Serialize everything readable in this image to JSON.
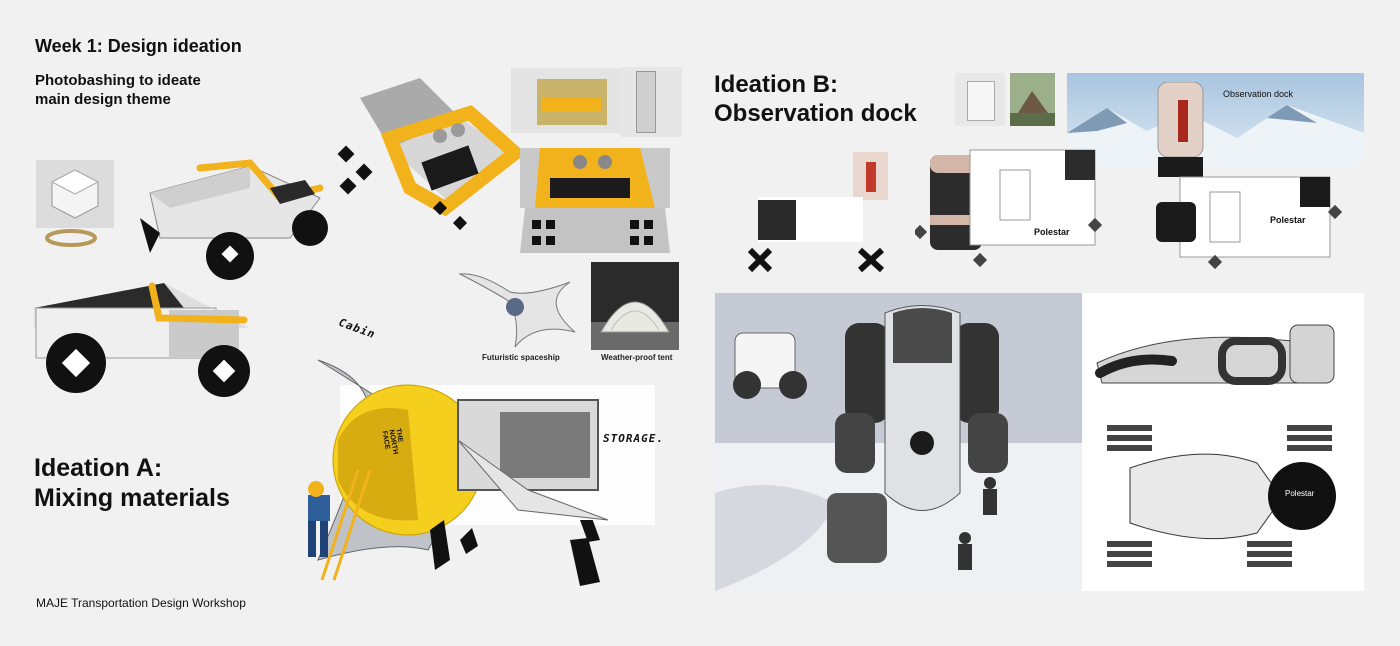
{
  "left": {
    "week_title": "Week 1: Design ideation",
    "subtitle_line1": "Photobashing to ideate",
    "subtitle_line2": "main design theme",
    "ideation_a_line1": "Ideation A:",
    "ideation_a_line2": "Mixing materials",
    "footer": "MAJE Transportation Design Workshop",
    "captions": {
      "spaceship": "Futuristic spaceship",
      "tent": "Weather-proof tent"
    },
    "annotations": {
      "cabin": "Cabin",
      "storage": "STORAGE."
    },
    "brand_on_tent": "THE NORTH FACE"
  },
  "right": {
    "ideation_b_line1": "Ideation B:",
    "ideation_b_line2": "Observation dock",
    "photo_label": "Observation dock",
    "brand_label_1": "Polestar",
    "brand_label_2": "Polestar",
    "brand_label_3": "Polestar"
  },
  "colors": {
    "background": "#f1f1f1",
    "accent_yellow": "#f2b21b",
    "dark": "#1b1b1b"
  }
}
